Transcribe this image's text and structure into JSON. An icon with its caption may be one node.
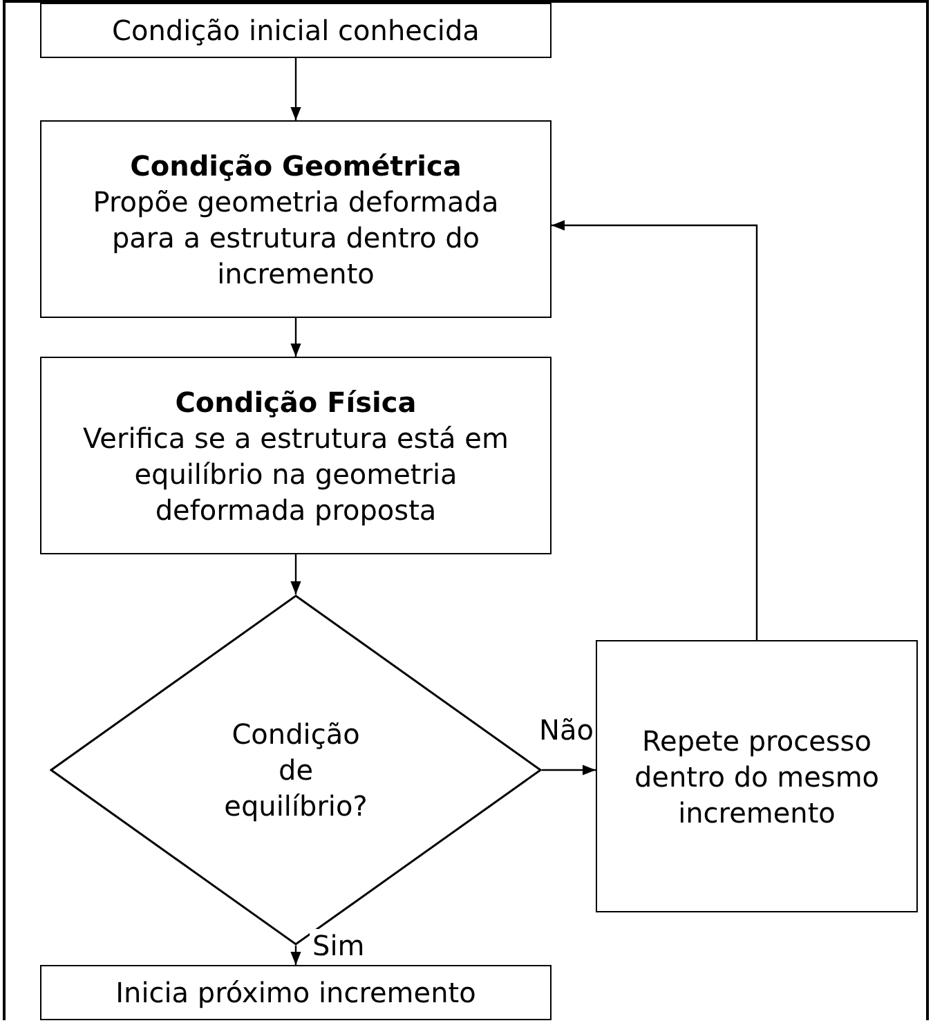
{
  "diagram": {
    "nodes": [
      {
        "text": [
          "Condição inicial conhecida"
        ]
      },
      {
        "text": [
          "Condição Geométrica",
          "Propõe geometria deformada para a estrutura dentro do incremento"
        ]
      },
      {
        "text": [
          "Condição Física",
          "Verifica se a estrutura está em equilíbrio na geometria deformada proposta"
        ]
      },
      {
        "text": [
          "Condição de equilíbrio?"
        ]
      },
      {
        "text": [
          "Repete processo dentro do mesmo incremento"
        ]
      },
      {
        "text": [
          "Inicia próximo incremento"
        ]
      }
    ],
    "edges": [
      {
        "from": 0,
        "to": 1,
        "arrow": "to"
      },
      {
        "from": 1,
        "to": 2,
        "arrow": "to"
      },
      {
        "from": 2,
        "to": 3,
        "arrow": "to"
      },
      {
        "from": 3,
        "to": 4,
        "arrow": "to",
        "label": "Não"
      },
      {
        "from": 3,
        "to": 5,
        "arrow": "to",
        "label": "Sim"
      },
      {
        "from": 4,
        "to": 1,
        "arrow": "to"
      }
    ]
  }
}
